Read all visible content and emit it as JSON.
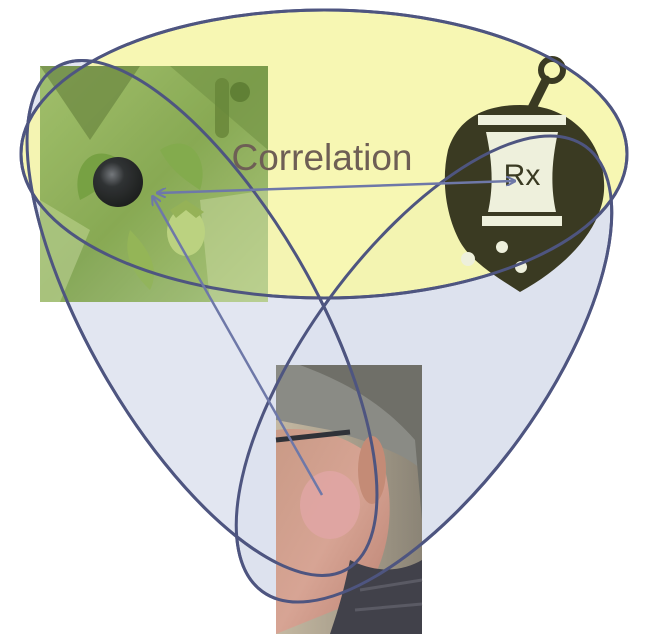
{
  "diagram": {
    "label": "Correlation",
    "rx_symbol": "Rx",
    "colors": {
      "top_ellipse_fill": "#f6f6a8",
      "side_ellipse_fill": "#dde2ee",
      "outline": "#4e5580",
      "arrow": "#6e78a8",
      "label": "#6e5f55",
      "icon_dark": "#3a3a22",
      "icon_light": "#eef0dc"
    },
    "images": {
      "plant": "belladonna-berry-photo",
      "patient": "flushed-face-patient-photo",
      "pharmacy": "mortar-pestle-rx-icon"
    }
  }
}
